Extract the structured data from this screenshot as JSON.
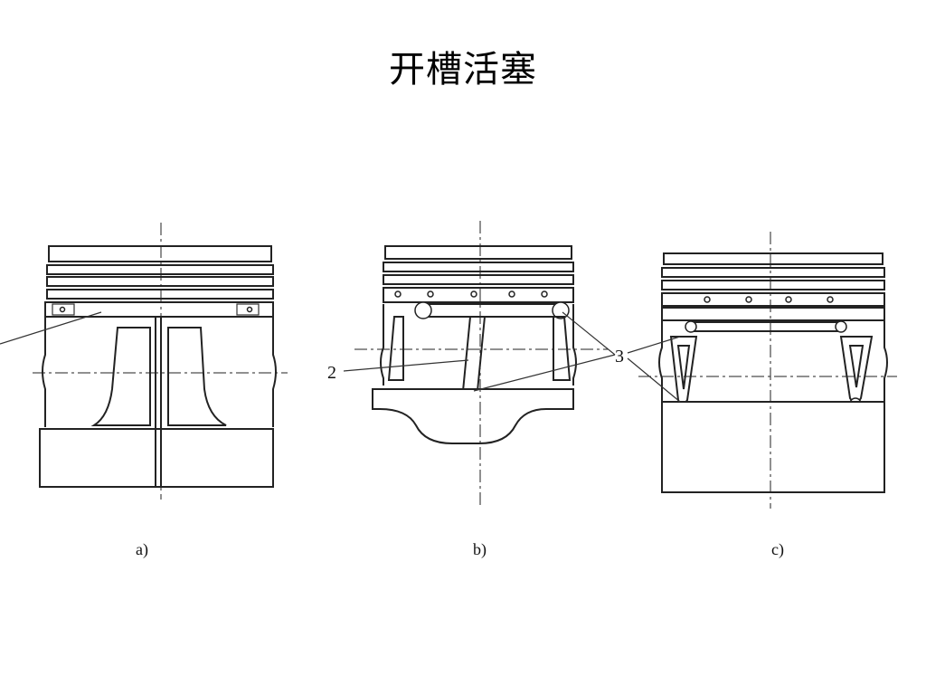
{
  "title": "开槽活塞",
  "figures": [
    {
      "caption": "a)"
    },
    {
      "caption": "b)"
    },
    {
      "caption": "c)"
    }
  ],
  "callouts": {
    "label_2": "2",
    "label_3": "3"
  }
}
